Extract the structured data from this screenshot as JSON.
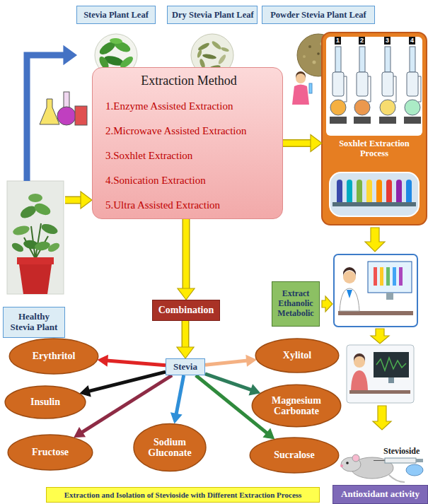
{
  "diagram": {
    "nodes": [
      {
        "text": [
          "Stevia Plant Leaf"
        ]
      },
      {
        "text": [
          "Dry Stevia Plant Leaf"
        ]
      },
      {
        "text": [
          "Powder Stevia Plant Leaf"
        ]
      },
      {
        "text": [
          "Extraction Method",
          "1.Enzyme Assisted Extraction",
          "2.Microwave Assisted Extraction",
          "3.Soxhlet Extraction",
          "4.Sonication Extraction",
          "5.Ultra Assisted Extraction"
        ]
      },
      {
        "text": [
          "Soxhlet Extraction Process"
        ]
      },
      {
        "text": [
          "Healthy Stevia Plant"
        ]
      },
      {
        "text": [
          "Combination"
        ]
      },
      {
        "text": [
          "Extract Ethanolic Metabolic"
        ]
      },
      {
        "text": [
          "Stevia"
        ]
      },
      {
        "text": [
          "Erythritol"
        ]
      },
      {
        "text": [
          "Xylitol"
        ]
      },
      {
        "text": [
          "Insulin"
        ]
      },
      {
        "text": [
          "Magnesium Carbonate"
        ]
      },
      {
        "text": [
          "Fructose"
        ]
      },
      {
        "text": [
          "Sodium Gluconate"
        ]
      },
      {
        "text": [
          "Sucralose"
        ]
      },
      {
        "text": [
          "Extraction and Isolation of Stevioside with Different Extraction Process"
        ]
      },
      {
        "text": [
          "Antioxidant activity"
        ]
      }
    ],
    "edges": [
      {
        "from": 5,
        "to": 0,
        "arrow": "to"
      },
      {
        "from": 5,
        "to": 3,
        "arrow": "to"
      },
      {
        "from": 3,
        "to": 4,
        "arrow": "to"
      },
      {
        "from": 3,
        "to": 6,
        "arrow": "to"
      },
      {
        "from": 6,
        "to": 8,
        "arrow": "to"
      },
      {
        "from": 8,
        "to": 9,
        "arrow": "to"
      },
      {
        "from": 8,
        "to": 10,
        "arrow": "to"
      },
      {
        "from": 8,
        "to": 11,
        "arrow": "to"
      },
      {
        "from": 8,
        "to": 12,
        "arrow": "to"
      },
      {
        "from": 8,
        "to": 13,
        "arrow": "to"
      },
      {
        "from": 8,
        "to": 14,
        "arrow": "to"
      },
      {
        "from": 8,
        "to": 15,
        "arrow": "to"
      }
    ],
    "labels": [
      "1",
      "2",
      "3",
      "4",
      "Stevioside"
    ]
  }
}
